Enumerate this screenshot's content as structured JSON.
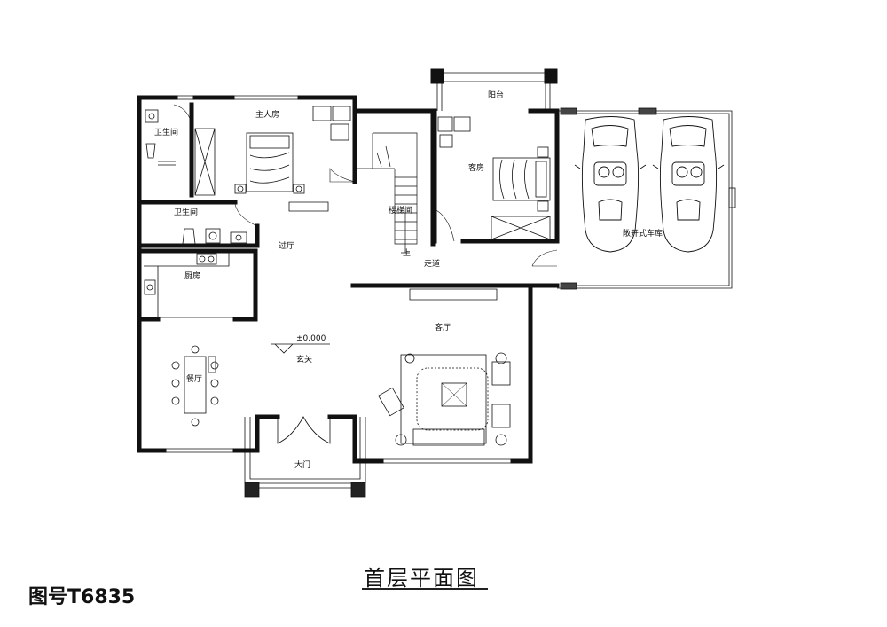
{
  "rooms": {
    "master_bedroom": "主人房",
    "bathroom_1": "卫生间",
    "bathroom_2": "卫生间",
    "stair": "楼梯间",
    "guest_room": "客房",
    "balcony": "阳台",
    "garage": "敞开式车库",
    "hall": "过厅",
    "kitchen": "厨房",
    "corridor": "走道",
    "living_room": "客厅",
    "entrance": "玄关",
    "main_door": "大门",
    "dining": "餐厅",
    "stair_up": "上"
  },
  "elevation_mark": "±0.000",
  "drawing_title": "首层平面图",
  "drawing_number": "图号T6835"
}
